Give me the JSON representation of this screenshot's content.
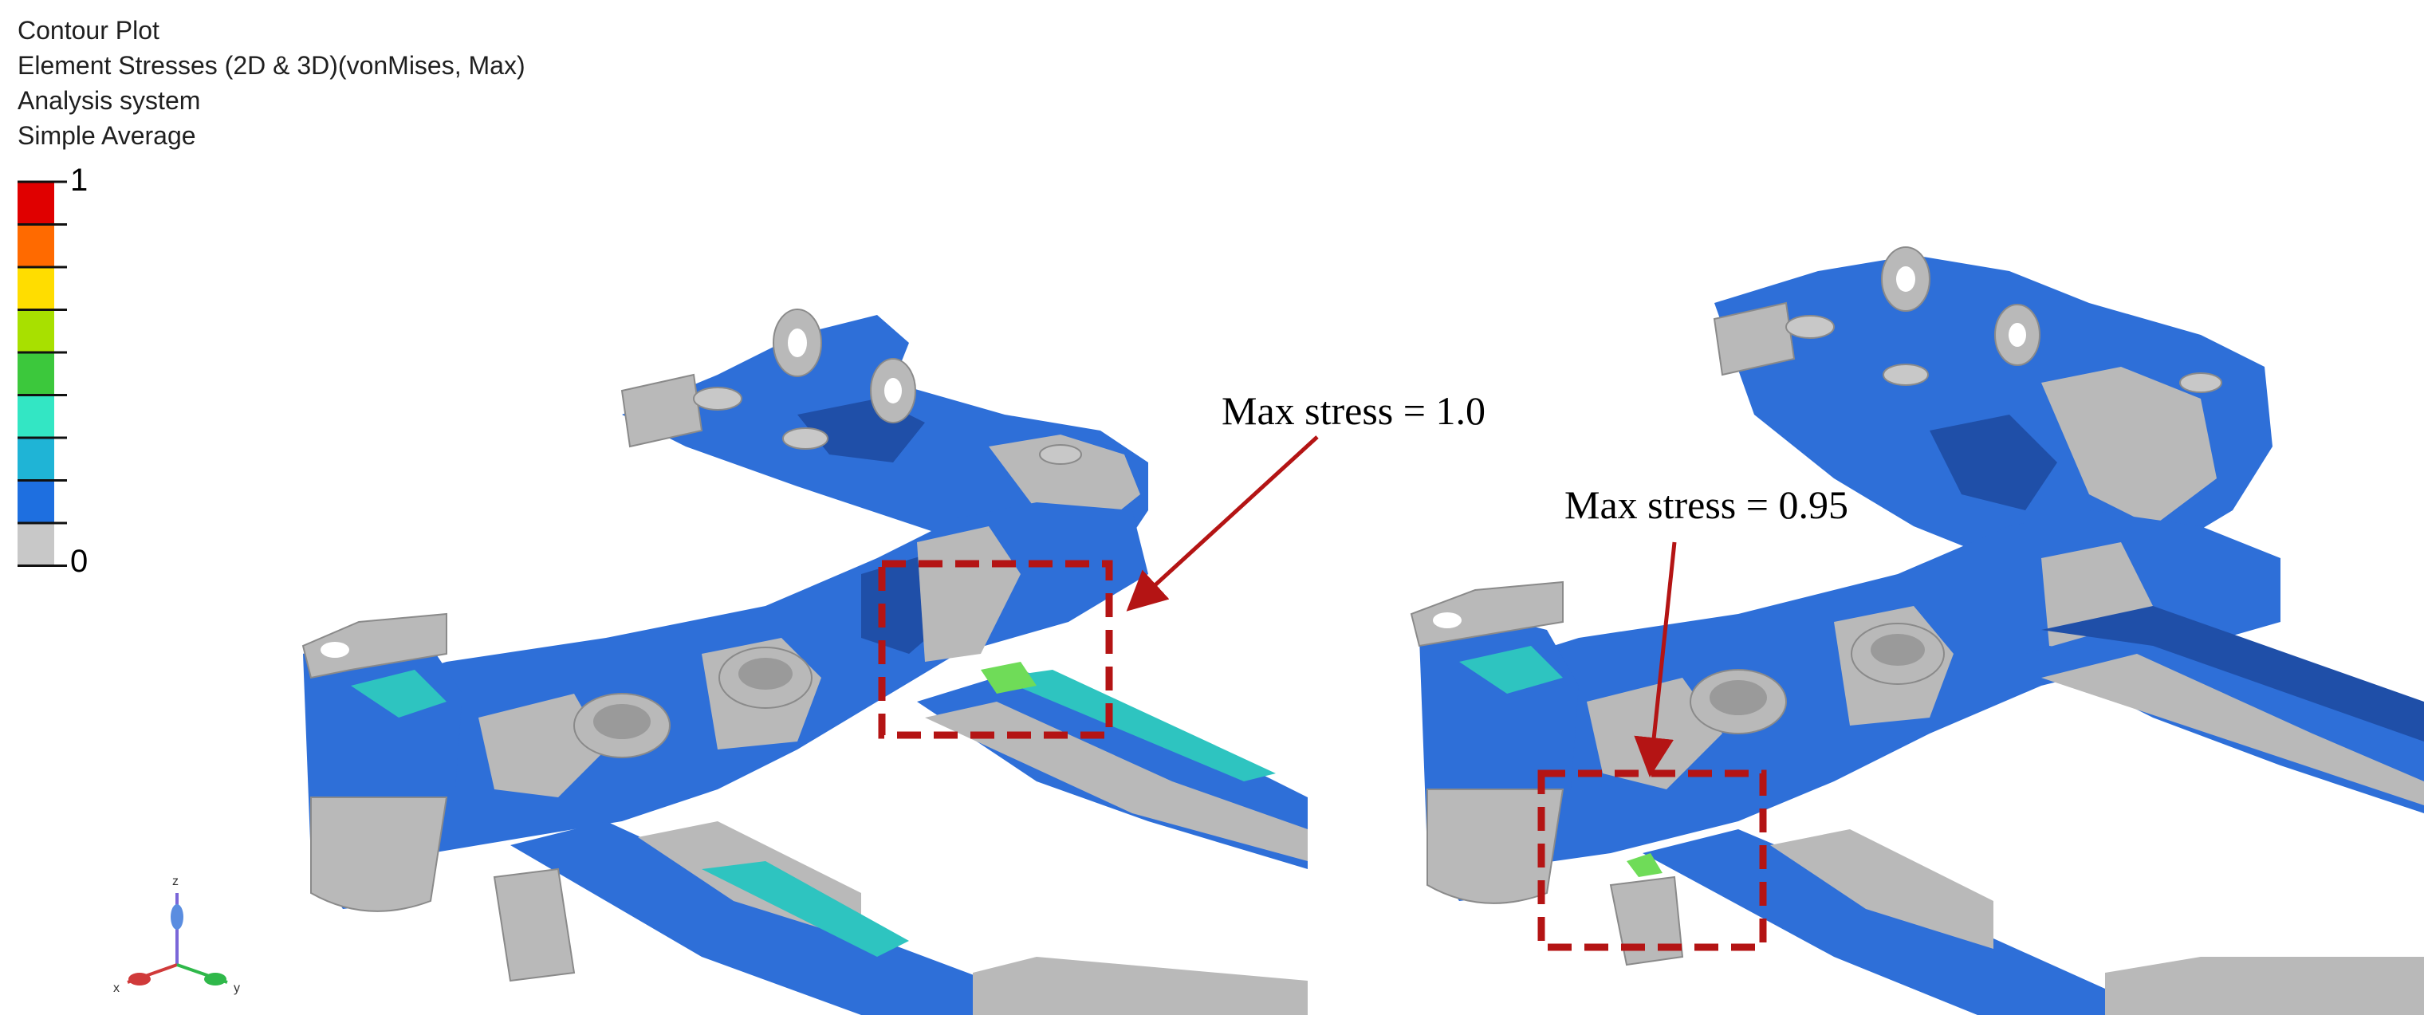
{
  "header": {
    "line1": "Contour Plot",
    "line2": "Element Stresses (2D & 3D)(vonMises, Max)",
    "line3": "Analysis system",
    "line4": "Simple Average"
  },
  "legend": {
    "max_label": "1",
    "min_label": "0",
    "colors": [
      "#e00000",
      "#ff6a00",
      "#ffdd00",
      "#a8e000",
      "#3cc83c",
      "#33e6c4",
      "#1fb4d6",
      "#1e6fe0",
      "#c8c8c8"
    ]
  },
  "callouts": {
    "left": "Max stress = 1.0",
    "right": "Max stress = 0.95"
  },
  "axis_triad": {
    "z": "z",
    "x": "x",
    "y": "y"
  },
  "colors": {
    "stress_blue": "#2e6fd8",
    "stress_dark_blue": "#1f4fa8",
    "stress_cyan": "#2ec4c0",
    "stress_green": "#6fdc58",
    "unstressed_gray": "#b9b9b9",
    "annotation_red": "#b41414"
  }
}
